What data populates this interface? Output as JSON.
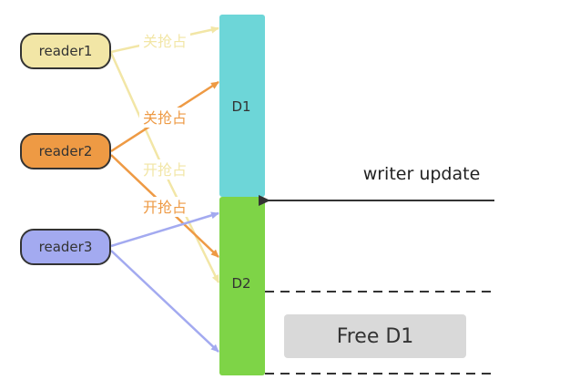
{
  "readers": [
    {
      "label": "reader1",
      "color": "#f2e6a6"
    },
    {
      "label": "reader2",
      "color": "#ee9a44"
    },
    {
      "label": "reader3",
      "color": "#a3aaf0"
    }
  ],
  "blocks": [
    {
      "label": "D1",
      "color": "#6dd6d8"
    },
    {
      "label": "D2",
      "color": "#7ed447"
    }
  ],
  "edge_labels": {
    "reader1_close_preempt": "关抢占",
    "reader2_close_preempt": "关抢占",
    "reader1_open_preempt": "开抢占",
    "reader2_open_preempt": "开抢占"
  },
  "writer_label": "writer update",
  "free_label": "Free D1",
  "colors": {
    "reader1_line": "#f2e6a6",
    "reader2_line": "#ee9a44",
    "reader3_line": "#a3aaf0",
    "writer_arrow": "#333333",
    "free_box": "#d9d9d9",
    "outline": "#333333"
  }
}
